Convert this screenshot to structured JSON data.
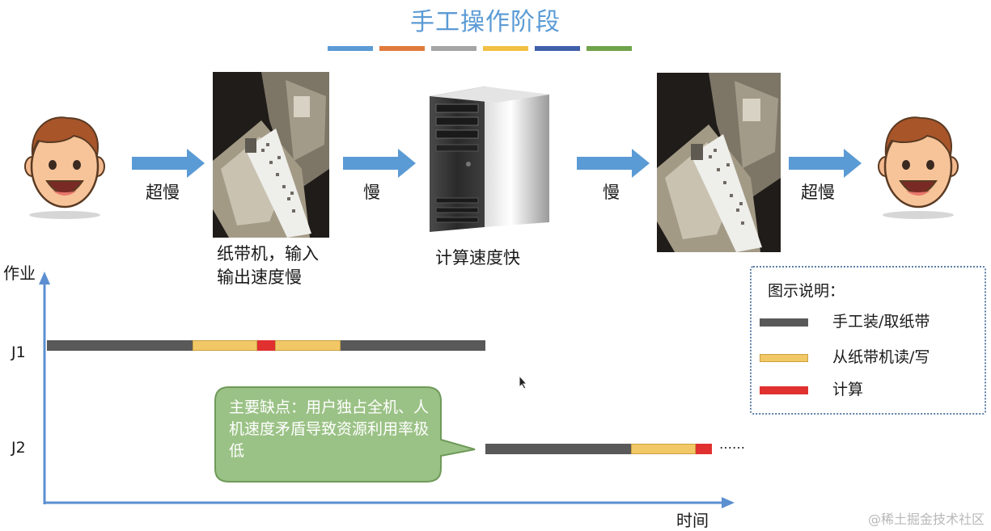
{
  "title": "手工操作阶段",
  "title_colors": [
    "#5b9bd5",
    "#e07a3c",
    "#a5a5a5",
    "#f2c044",
    "#3f5faa",
    "#6fa34a"
  ],
  "flow": {
    "arrow1_label": "超慢",
    "arrow2_label": "慢",
    "arrow3_label": "慢",
    "arrow4_label": "超慢",
    "tape_caption_line1": "纸带机，输入",
    "tape_caption_line2": "输出速度慢",
    "computer_caption": "计算速度快"
  },
  "chart": {
    "y_axis_label": "作业",
    "x_axis_label": "时间",
    "j1_label": "J1",
    "j2_label": "J2",
    "ellipsis": "……"
  },
  "callout": {
    "text": "主要缺点：用户独占全机、人机速度矛盾导致资源利用率极低",
    "fill": "#9bc286"
  },
  "legend": {
    "title": "图示说明：",
    "items": [
      {
        "label": "手工装/取纸带",
        "color": "#595959"
      },
      {
        "label": "从纸带机读/写",
        "color": "#f2c867"
      },
      {
        "label": "计算",
        "color": "#e03030"
      }
    ]
  },
  "colors": {
    "arrow": "#5b9bd5",
    "axis": "#5b8fd0",
    "manual": "#595959",
    "readwrite": "#f2c867",
    "compute": "#e03030"
  },
  "watermark": "@稀土掘金技术社区"
}
